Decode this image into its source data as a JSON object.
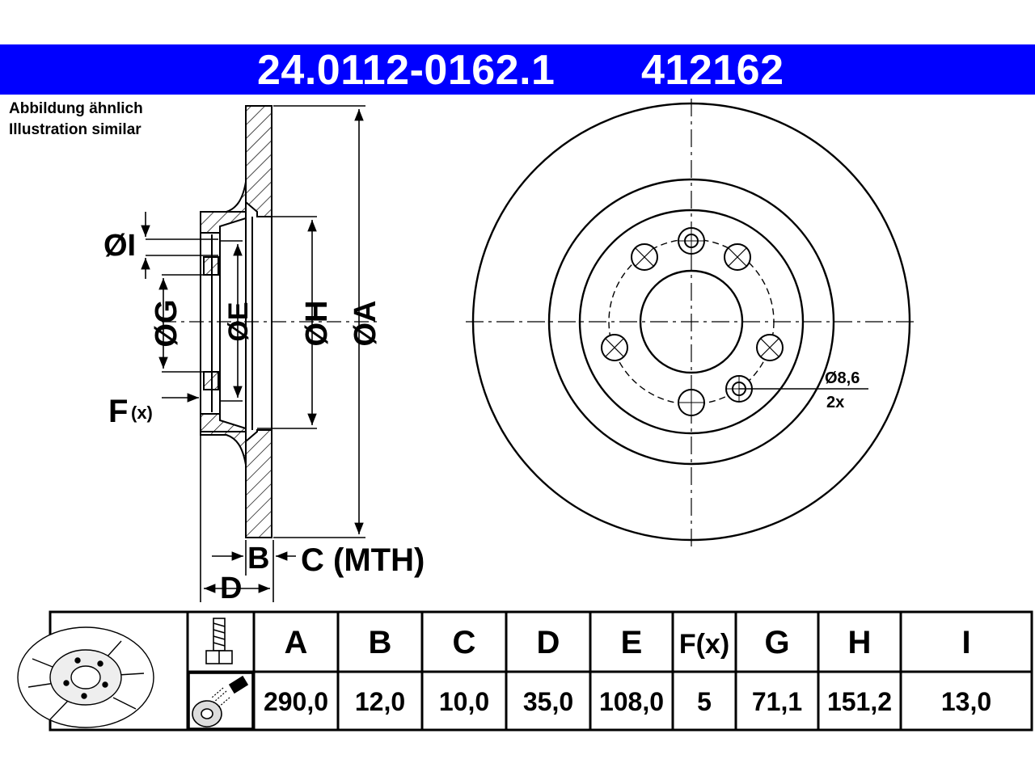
{
  "header": {
    "part_number": "24.0112-0162.1",
    "code": "412162",
    "background_color": "#0000ff",
    "text_color": "#ffffff"
  },
  "notes": {
    "line1": "Abbildung ähnlich",
    "line2": "Illustration similar"
  },
  "drawing_labels": {
    "dia_i": "ØI",
    "dia_g": "ØG",
    "dia_e": "ØE",
    "dia_h": "ØH",
    "dia_a": "ØA",
    "f_label": "F",
    "f_suffix": "(x)",
    "b_label": "B",
    "c_label": "C (MTH)",
    "d_label": "D",
    "hole_dia": "Ø8,6",
    "hole_count": "2x"
  },
  "table": {
    "headers": [
      "A",
      "B",
      "C",
      "D",
      "E",
      "F(x)",
      "G",
      "H",
      "I"
    ],
    "values": [
      "290,0",
      "12,0",
      "10,0",
      "35,0",
      "108,0",
      "5",
      "71,1",
      "151,2",
      "13,0"
    ],
    "icons": [
      "brake-disc-thumbnail-icon",
      "wheel-bolt-icon",
      "spray-cleaning-icon"
    ]
  }
}
